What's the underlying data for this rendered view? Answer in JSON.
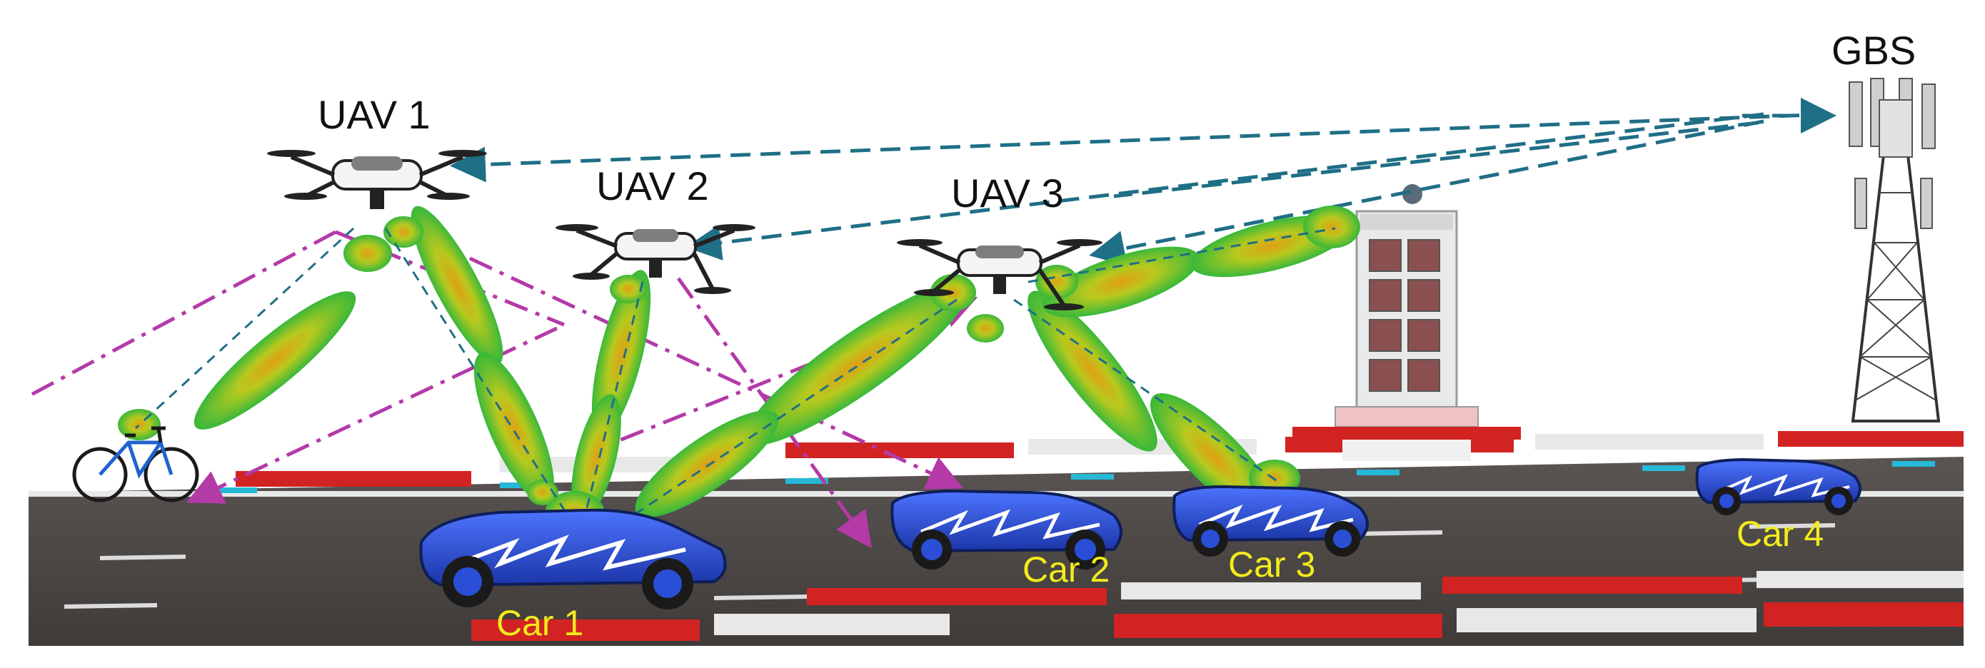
{
  "labels": {
    "gbs": "GBS",
    "uav1": "UAV 1",
    "uav2": "UAV 2",
    "uav3": "UAV 3",
    "car1": "Car 1",
    "car2": "Car 2",
    "car3": "Car 3",
    "car4": "Car 4"
  },
  "colors": {
    "backhaul_link": "#1f6f86",
    "interference_link": "#b43aa8",
    "beam_center": "#d9a014",
    "beam_edge": "#3fbf3a",
    "road": "#4b4643",
    "curb_red": "#d22323",
    "curb_white": "#e8e8e8",
    "lane_cyan": "#27b8d8",
    "car_body": "#2a4fd6",
    "label_yellow": "#f2ec1a"
  },
  "legend_notes": {
    "dashed_teal": "UAV-to-GBS backhaul",
    "dash_dot_magenta": "interference",
    "green_lobes": "beam patterns"
  }
}
